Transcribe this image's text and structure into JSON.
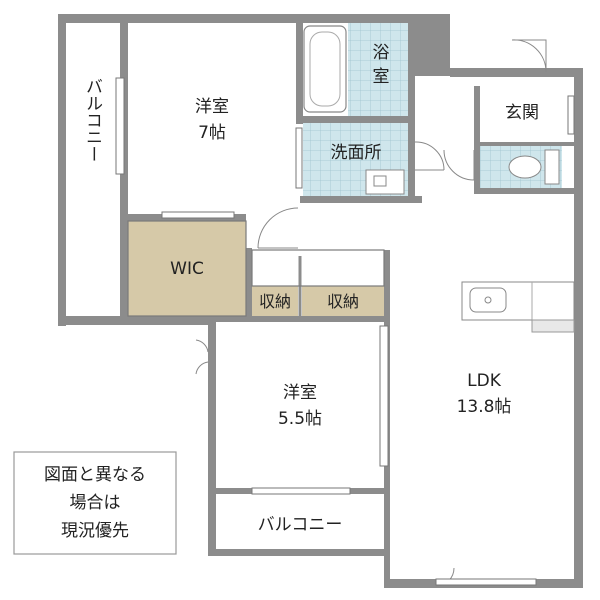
{
  "floor_plan": {
    "rooms": {
      "western_room_7": {
        "name": "洋室",
        "size": "7帖"
      },
      "western_room_55": {
        "name": "洋室",
        "size": "5.5帖"
      },
      "ldk": {
        "name": "LDK",
        "size": "13.8帖"
      },
      "bath": {
        "line1": "浴",
        "line2": "室"
      },
      "washroom": {
        "name": "洗面所"
      },
      "entrance": {
        "name": "玄関"
      },
      "wic": {
        "name": "WIC"
      },
      "storage_left": {
        "name": "収納"
      },
      "storage_right": {
        "name": "収納"
      },
      "balcony_left": {
        "name": "バルコニー"
      },
      "balcony_bottom": {
        "name": "バルコニー"
      }
    },
    "notice": {
      "line1": "図面と異なる",
      "line2": "場合は",
      "line3": "現況優先"
    },
    "colors": {
      "wall": "#8c8c8c",
      "wic_fill": "#d6c9a8",
      "storage_fill": "#d6c9a8",
      "tile_fill": "#cfe6ec",
      "tile_grid": "#9fc4cf"
    }
  }
}
